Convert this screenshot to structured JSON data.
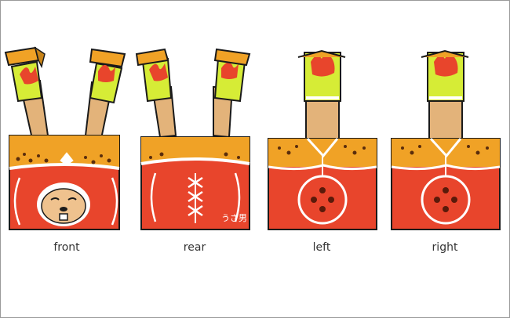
{
  "views": [
    {
      "label": "front"
    },
    {
      "label": "rear"
    },
    {
      "label": "left"
    },
    {
      "label": "right"
    }
  ],
  "signature": "うさ男",
  "colors": {
    "red": "#e8452c",
    "orange": "#f0a226",
    "lime": "#d6ec36",
    "skin": "#e3b37a",
    "outline": "#1a1a1a",
    "border": "#9a9a9a"
  }
}
